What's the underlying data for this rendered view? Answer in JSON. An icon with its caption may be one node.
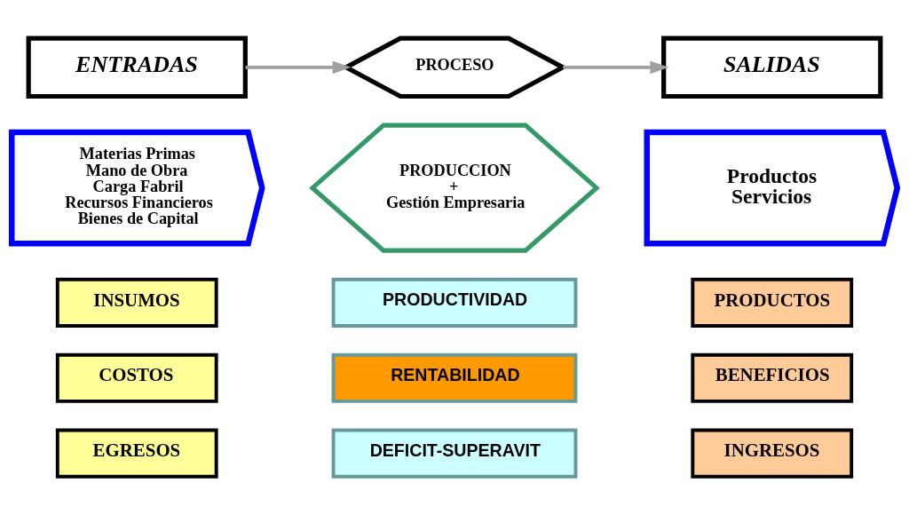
{
  "diagram": {
    "nodes": [
      {
        "text": [
          "ENTRADAS"
        ]
      },
      {
        "text": [
          "PROCESO"
        ]
      },
      {
        "text": [
          "SALIDAS"
        ]
      },
      {
        "text": [
          "Materias Primas",
          "Mano de Obra",
          "Carga Fabril",
          "Recursos Financieros",
          "Bienes de Capital"
        ]
      },
      {
        "text": [
          "PRODUCCION",
          "+",
          "Gestión Empresaria"
        ]
      },
      {
        "text": [
          "Productos",
          "Servicios"
        ]
      },
      {
        "text": [
          "INSUMOS"
        ]
      },
      {
        "text": [
          "PRODUCTIVIDAD"
        ]
      },
      {
        "text": [
          "PRODUCTOS"
        ]
      },
      {
        "text": [
          "COSTOS"
        ]
      },
      {
        "text": [
          "RENTABILIDAD"
        ]
      },
      {
        "text": [
          "BENEFICIOS"
        ]
      },
      {
        "text": [
          "EGRESOS"
        ]
      },
      {
        "text": [
          "DEFICIT-SUPERAVIT"
        ]
      },
      {
        "text": [
          "INGRESOS"
        ]
      }
    ],
    "edges": [
      {
        "from": 0,
        "to": 1,
        "arrow": "to"
      },
      {
        "from": 1,
        "to": 2,
        "arrow": "to"
      }
    ]
  }
}
